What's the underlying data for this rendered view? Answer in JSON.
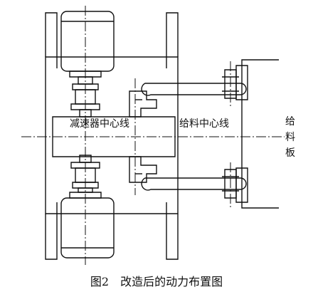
{
  "diagram": {
    "labels": {
      "reducer_centerline": "减速器中心线",
      "feeder_centerline": "给料中心线",
      "feeder_plate": "给料板"
    },
    "caption": "图2　改造后的动力布置图"
  }
}
